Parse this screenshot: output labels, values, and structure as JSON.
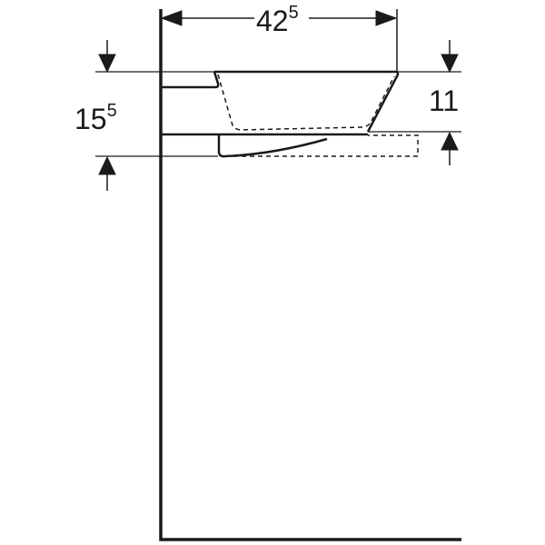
{
  "drawing": {
    "type": "technical-dimension-drawing",
    "subject": "washbasin side view mounted on wall",
    "line_color": "#1a1a1a",
    "background": "#ffffff"
  },
  "dimensions": {
    "width": {
      "main": "42",
      "sup": "5"
    },
    "total_height": {
      "main": "15",
      "sup": "5"
    },
    "basin_height": {
      "main": "11",
      "sup": ""
    }
  }
}
